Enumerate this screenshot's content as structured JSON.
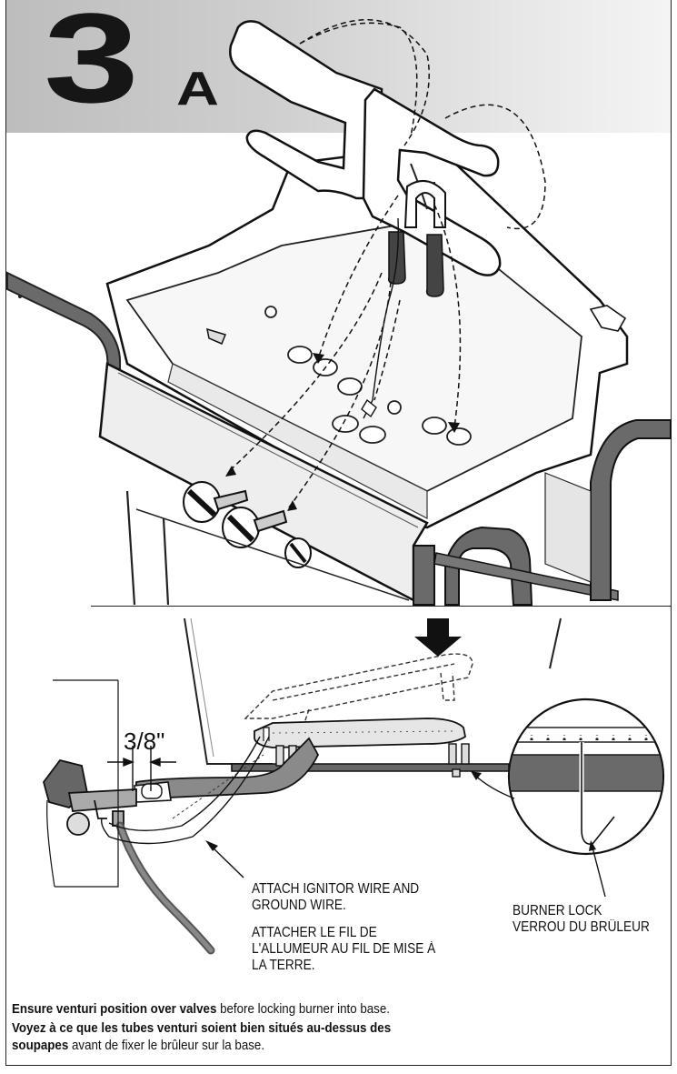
{
  "step": {
    "number": "3",
    "letter": "A"
  },
  "callouts": {
    "dimension": "3/8\"",
    "ignitor_en_line1": "ATTACH IGNITOR WIRE AND",
    "ignitor_en_line2": "GROUND WIRE.",
    "ignitor_fr_line1": "ATTACHER LE FIL DE",
    "ignitor_fr_line2": "L'ALLUMEUR AU FIL DE MISE À",
    "ignitor_fr_line3": "LA TERRE.",
    "burner_lock_en": "BURNER LOCK",
    "burner_lock_fr": "VERROU DU BRÛLEUR"
  },
  "footer": {
    "en_bold": "Ensure venturi position over valves",
    "en_rest": " before locking burner into base.",
    "fr_bold_1": "Voyez à ce que les tubes venturi soient bien situés au-dessus des",
    "fr_bold_2": "soupapes",
    "fr_rest": " avant de fixer le brûleur sur la base."
  },
  "colors": {
    "ink": "#111111",
    "metal": "#5a5a5a",
    "band_dark": "#bdbdbd",
    "band_light": "#f4f4f4"
  }
}
